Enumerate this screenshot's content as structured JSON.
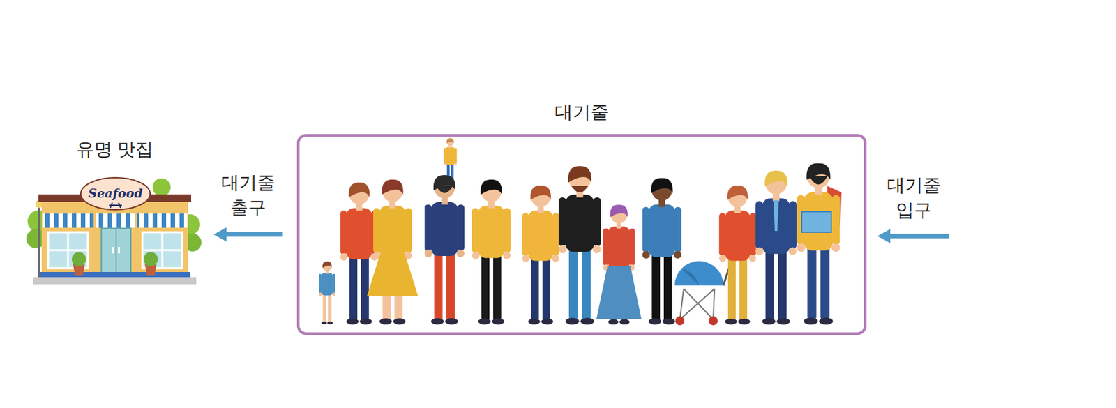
{
  "diagram": {
    "nodes": [
      {
        "text": [
          "유명 맛집"
        ]
      },
      {
        "text": [
          "대기줄"
        ]
      }
    ],
    "edges": [
      {
        "from": 1,
        "to": 0,
        "arrow": "to",
        "label": "대기줄 출구"
      }
    ],
    "labels": [
      "대기줄 입구",
      "Seafood"
    ]
  }
}
